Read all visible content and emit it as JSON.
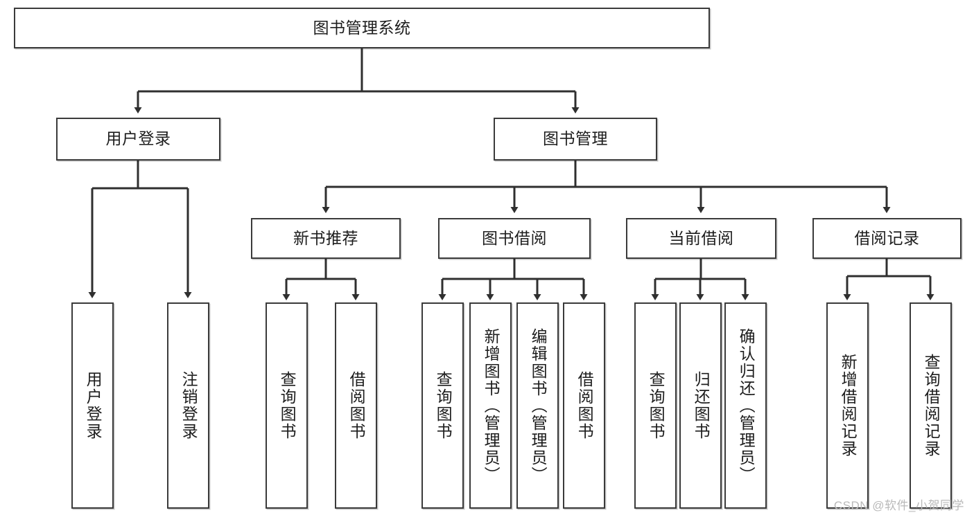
{
  "diagram": {
    "type": "tree-hierarchy",
    "title": "图书管理系统",
    "watermark": "CSDN @软件_小贺同学",
    "colors": {
      "node_border": "#3a3a3a",
      "node_fill": "#ffffff",
      "edge": "#2f2f2f",
      "text": "#1d1d1d",
      "watermark": "#b9b9b9",
      "background": "#ffffff"
    },
    "levels": {
      "root": {
        "label": "图书管理系统"
      },
      "level2": [
        {
          "id": "user-login",
          "label": "用户登录"
        },
        {
          "id": "book-manage",
          "label": "图书管理"
        }
      ],
      "level3": [
        {
          "id": "new-book-recommend",
          "label": "新书推荐",
          "parent": "book-manage"
        },
        {
          "id": "book-borrow",
          "label": "图书借阅",
          "parent": "book-manage"
        },
        {
          "id": "current-borrow",
          "label": "当前借阅",
          "parent": "book-manage"
        },
        {
          "id": "borrow-record",
          "label": "借阅记录",
          "parent": "book-manage"
        }
      ],
      "leaves": [
        {
          "id": "leaf-user-login",
          "label": "用户登录",
          "parent": "user-login"
        },
        {
          "id": "leaf-logout",
          "label": "注销登录",
          "parent": "user-login"
        },
        {
          "id": "leaf-query-book-1",
          "label": "查询图书",
          "parent": "new-book-recommend"
        },
        {
          "id": "leaf-borrow-book-1",
          "label": "借阅图书",
          "parent": "new-book-recommend"
        },
        {
          "id": "leaf-query-book-2",
          "label": "查询图书",
          "parent": "book-borrow"
        },
        {
          "id": "leaf-add-book",
          "label": "新增图书（管理员）",
          "parent": "book-borrow"
        },
        {
          "id": "leaf-edit-book",
          "label": "编辑图书（管理员）",
          "parent": "book-borrow"
        },
        {
          "id": "leaf-borrow-book-2",
          "label": "借阅图书",
          "parent": "book-borrow"
        },
        {
          "id": "leaf-query-book-3",
          "label": "查询图书",
          "parent": "current-borrow"
        },
        {
          "id": "leaf-return-book",
          "label": "归还图书",
          "parent": "current-borrow"
        },
        {
          "id": "leaf-confirm-return",
          "label": "确认归还（管理员）",
          "parent": "current-borrow"
        },
        {
          "id": "leaf-add-record",
          "label": "新增借阅记录",
          "parent": "borrow-record"
        },
        {
          "id": "leaf-query-record",
          "label": "查询借阅记录",
          "parent": "borrow-record"
        }
      ]
    }
  }
}
